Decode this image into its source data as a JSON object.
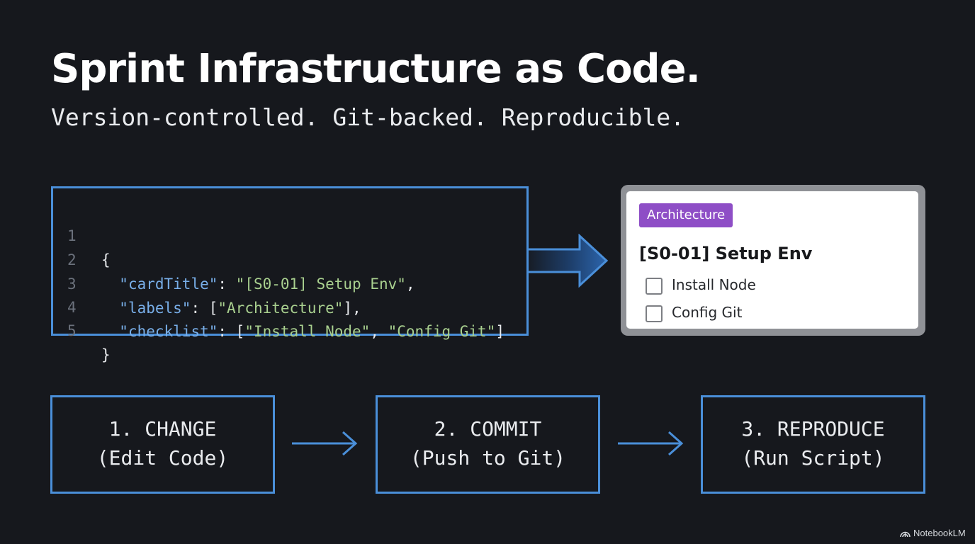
{
  "header": {
    "title": "Sprint Infrastructure as Code.",
    "subtitle": "Version-controlled. Git-backed. Reproducible."
  },
  "code": {
    "lines": [
      {
        "number": "1",
        "tokens": [
          "{"
        ]
      },
      {
        "number": "2",
        "tokens": [
          "\"cardTitle\"",
          ": ",
          "\"[S0-01] Setup Env\"",
          ","
        ]
      },
      {
        "number": "3",
        "tokens": [
          "\"labels\"",
          ": [",
          "\"Architecture\"",
          "],"
        ]
      },
      {
        "number": "4",
        "tokens": [
          "\"checklist\"",
          ": [",
          "\"Install Node\"",
          ", ",
          "\"Config Git\"",
          "]"
        ]
      },
      {
        "number": "5",
        "tokens": [
          "}"
        ]
      }
    ]
  },
  "card": {
    "label": "Architecture",
    "title": "[S0-01] Setup Env",
    "checklist": [
      "Install Node",
      "Config Git"
    ]
  },
  "steps": [
    {
      "line1": "1. CHANGE",
      "line2": "(Edit Code)"
    },
    {
      "line1": "2. COMMIT",
      "line2": "(Push to Git)"
    },
    {
      "line1": "3. REPRODUCE",
      "line2": "(Run Script)"
    }
  ],
  "brand": {
    "name": "NotebookLM",
    "icon": "notebooklm-logo-icon"
  },
  "colors": {
    "background": "#16181d",
    "accent": "#4a8fd9",
    "code_key": "#78aee8",
    "code_string": "#a9d08f",
    "label": "#8e4ec6"
  }
}
